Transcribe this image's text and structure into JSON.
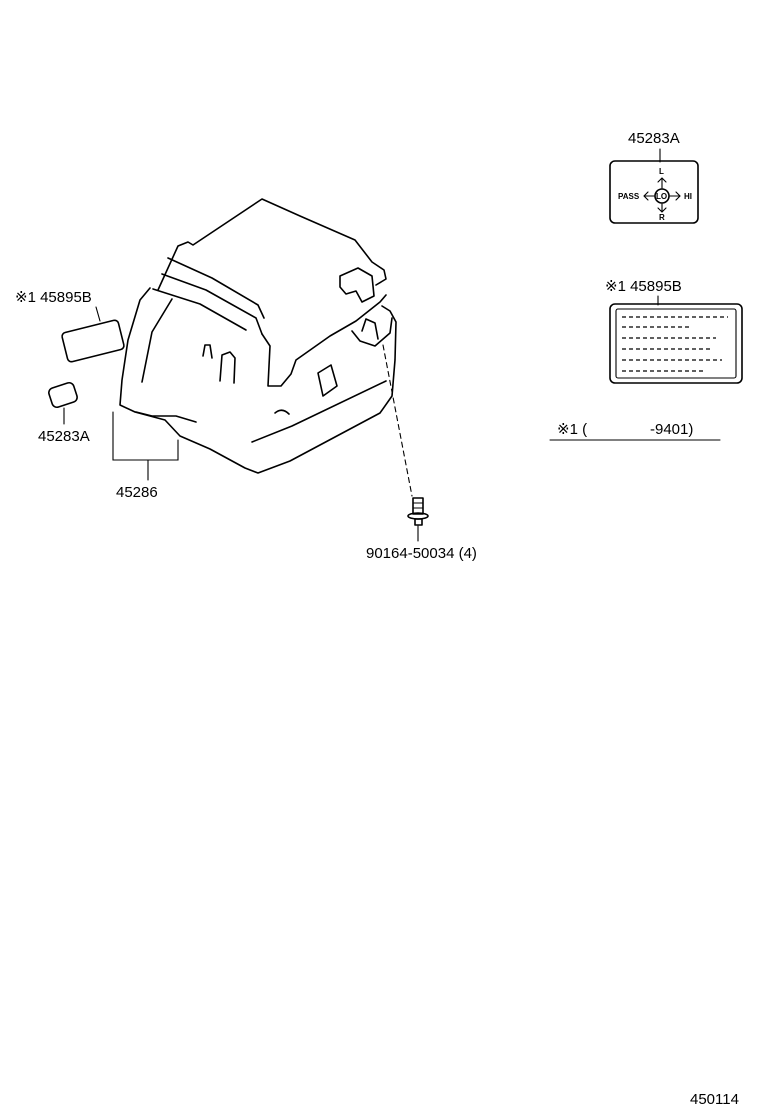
{
  "labels": {
    "top_right_part": "45283A",
    "switch_pass": "PASS",
    "switch_lo": "LO",
    "switch_hi": "HI",
    "switch_l": "L",
    "switch_r": "R",
    "right_plate_part": "※1 45895B",
    "left_plate_part": "※1 45895B",
    "left_small_part": "45283A",
    "cover_part": "45286",
    "screw_part": "90164-50034 (4)",
    "note_prefix": "※1 (",
    "note_range": "-9401)",
    "diagram_id": "450114"
  }
}
